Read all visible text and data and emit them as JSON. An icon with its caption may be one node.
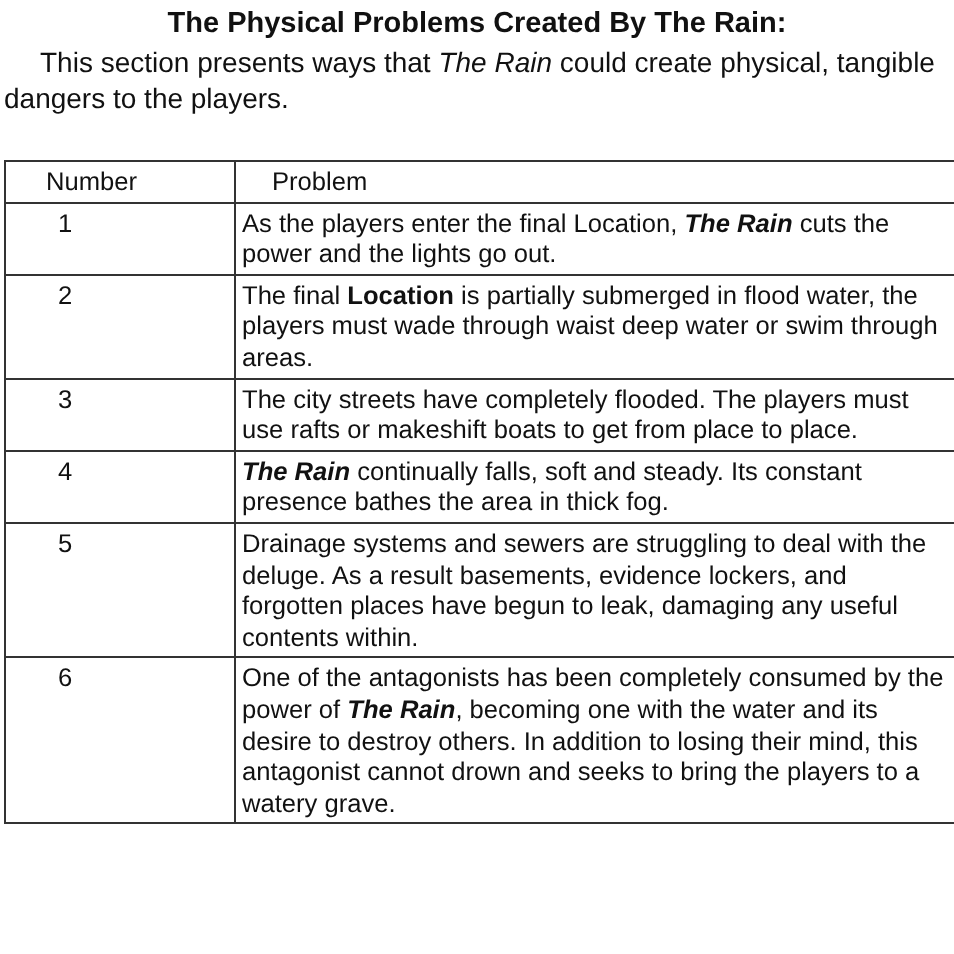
{
  "diagram": {
    "title": "The Physical Problems Created By The Rain:",
    "labels": [
      "This section presents ways that *The Rain* could create physical, tangible dangers to the players.",
      "Number",
      "Problem",
      "1",
      "As the players enter the final Location, *The Rain* cuts the power and the lights go out.",
      "2",
      "The final **Location** is partially submerged in flood water, the players must wade through waist deep water or swim through areas.",
      "3",
      "The city streets have completely flooded. The players must use rafts or makeshift boats to get from place to place.",
      "4",
      "*The Rain* continually falls, soft and steady. Its constant presence bathes the area in thick fog.",
      "5",
      "Drainage systems and sewers are struggling to deal with the deluge. As a result basements, evidence lockers, and forgotten places have begun to leak, damaging any useful contents within.",
      "6",
      "One of the antagonists has been completely consumed by the power of *The Rain*, becoming one with the water and its desire to destroy others. In addition to losing their mind, this antagonist cannot drown and seeks to bring the players to a watery grave."
    ]
  }
}
